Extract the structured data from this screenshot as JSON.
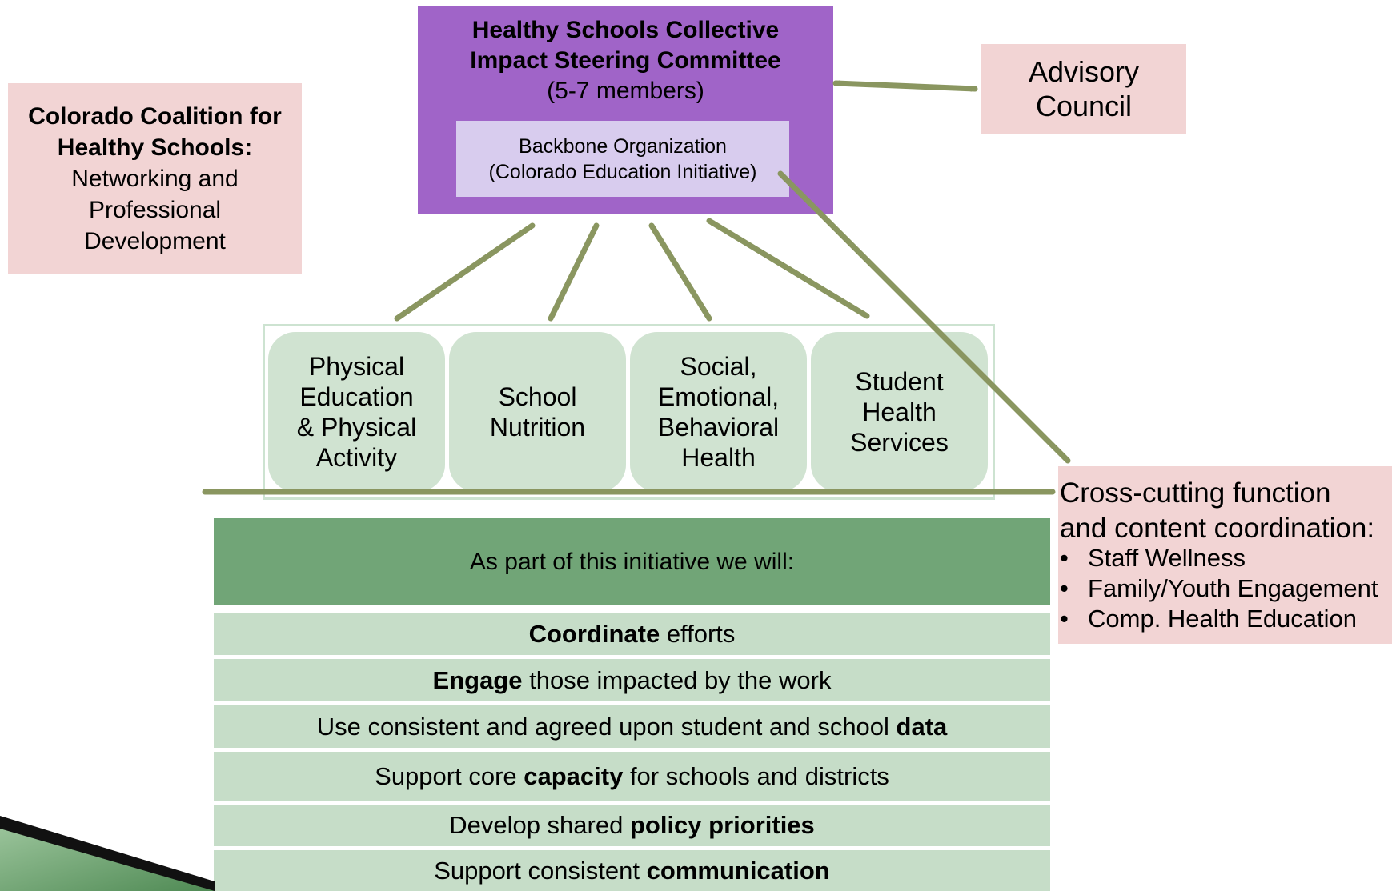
{
  "steering": {
    "title_line1": "Healthy Schools Collective",
    "title_line2": "Impact Steering Committee",
    "members": "(5-7 members)",
    "backbone_line1": "Backbone Organization",
    "backbone_line2": "(Colorado Education Initiative)"
  },
  "advisory": {
    "line1": "Advisory",
    "line2": "Council"
  },
  "coalition": {
    "title_line1": "Colorado Coalition for",
    "title_line2": "Healthy Schools:",
    "body_line1": "Networking and",
    "body_line2": "Professional",
    "body_line3": "Development"
  },
  "focus_areas": [
    {
      "lines": [
        "Physical",
        "Education",
        "& Physical",
        "Activity"
      ]
    },
    {
      "lines": [
        "School",
        "Nutrition"
      ]
    },
    {
      "lines": [
        "Social,",
        "Emotional,",
        "Behavioral",
        "Health"
      ]
    },
    {
      "lines": [
        "Student",
        "Health",
        "Services"
      ]
    }
  ],
  "crosscutting": {
    "heading_line1": "Cross-cutting function",
    "heading_line2": "and content coordination:",
    "items": [
      "Staff Wellness",
      "Family/Youth Engagement",
      "Comp. Health Education"
    ]
  },
  "initiative": {
    "header": "As part of this initiative we will:",
    "rows": [
      {
        "pre": "",
        "bold": "Coordinate",
        "post": " efforts"
      },
      {
        "pre": "",
        "bold": "Engage",
        "post": " those impacted by the work"
      },
      {
        "pre": "Use consistent and agreed upon student and school ",
        "bold": "data",
        "post": ""
      },
      {
        "pre": "Support core ",
        "bold": "capacity",
        "post": " for schools and districts"
      },
      {
        "pre": "Develop shared ",
        "bold": "policy priorities",
        "post": ""
      },
      {
        "pre": "Support consistent ",
        "bold": "communication",
        "post": ""
      }
    ]
  },
  "colors": {
    "steering": "#a064c8",
    "backbone": "#d8ccee",
    "pink_box": "#f2d4d4",
    "focus_area": "#d0e3d1",
    "initiative_header": "#71a577",
    "initiative_row": "#c6ddc8",
    "arrow": "#8a9660"
  }
}
